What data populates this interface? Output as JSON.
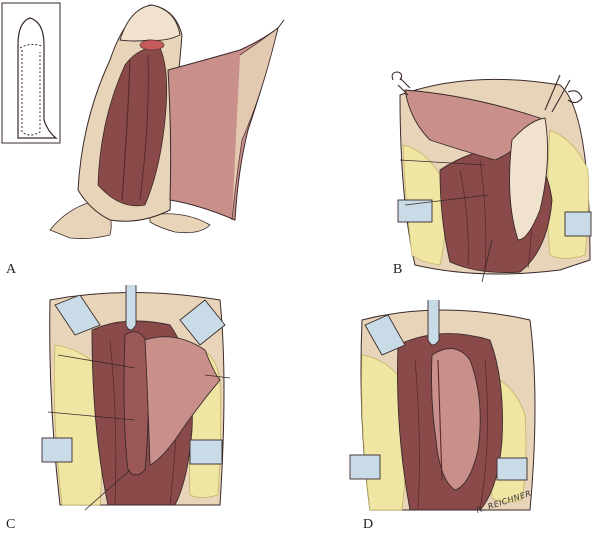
{
  "figure": {
    "panels": [
      {
        "label": "A"
      },
      {
        "label": "B"
      },
      {
        "label": "C"
      },
      {
        "label": "D"
      }
    ],
    "signature": "R. REICHNER"
  },
  "colors": {
    "skin": "#e8d4b8",
    "skin_shadow": "#c9b08e",
    "muscle": "#8b4a4a",
    "muscle_dark": "#6b3535",
    "flap": "#c98f8a",
    "fat": "#efe6a4",
    "fat_edge": "#c4b463",
    "retractor": "#c8dbe6",
    "line": "#3a2a2a"
  }
}
